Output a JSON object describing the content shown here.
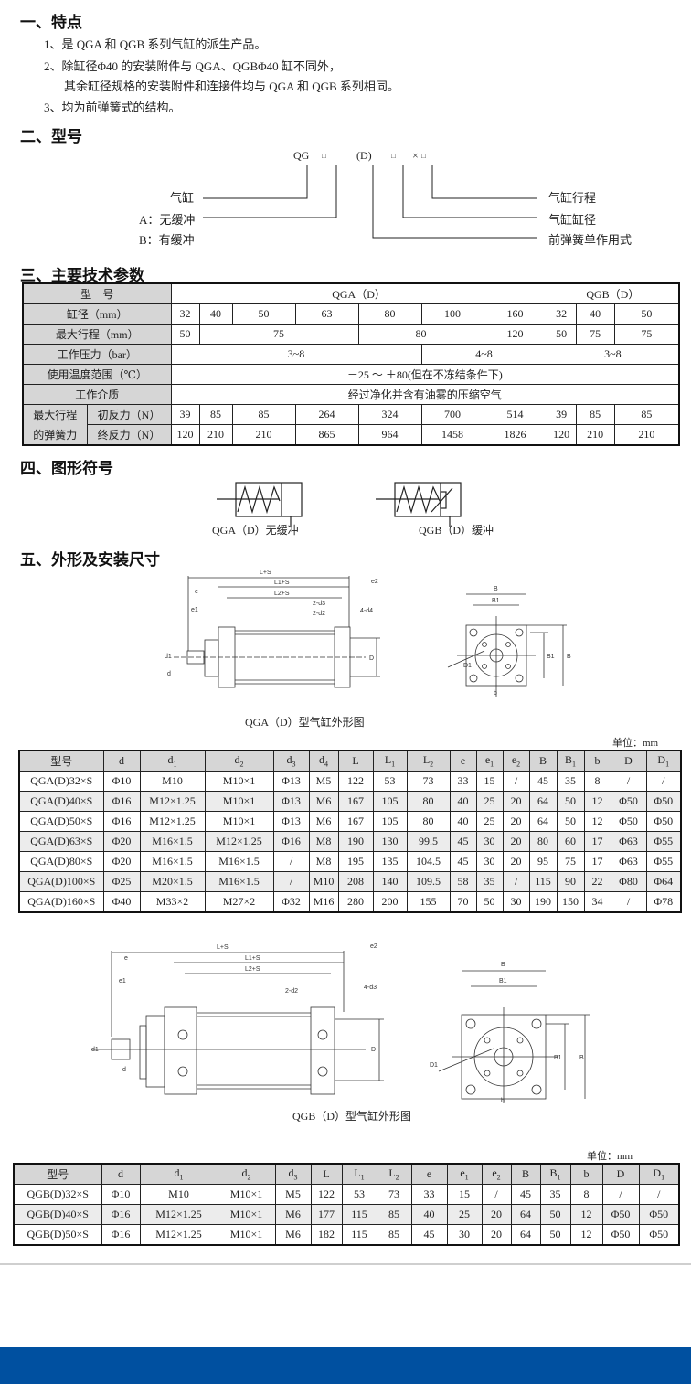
{
  "features": {
    "heading": "一、特点",
    "items": [
      "1、是 QGA 和 QGB 系列气缸的派生产品。",
      "2、除缸径Φ40 的安装附件与 QGA、QGBΦ40 缸不同外，",
      "其余缸径规格的安装附件和连接件均与 QGA 和 QGB 系列相同。",
      "3、均为前弹簧式的结构。"
    ]
  },
  "model": {
    "heading": "二、型号",
    "code": {
      "prefix": "QG",
      "box": "□",
      "d": "(D)",
      "x": "×"
    },
    "left_labels": [
      "气缸",
      "A：无缓冲",
      "B：有缓冲"
    ],
    "right_labels": [
      "气缸行程",
      "气缸缸径",
      "前弹簧单作用式"
    ]
  },
  "specs": {
    "heading": "三、主要技术参数",
    "row_model": {
      "label": "型　号",
      "qga": "QGA（D）",
      "qgb": "QGB（D）"
    },
    "row_bore": {
      "label": "缸径（mm）",
      "values": [
        "32",
        "40",
        "50",
        "63",
        "80",
        "100",
        "160",
        "32",
        "40",
        "50"
      ]
    },
    "row_stroke": {
      "label": "最大行程（mm）",
      "values": [
        "50",
        "75",
        "80",
        "120",
        "50",
        "75",
        "75"
      ]
    },
    "row_pressure": {
      "label": "工作压力（bar）",
      "values": [
        "3~8",
        "4~8",
        "3~8"
      ]
    },
    "row_temp": {
      "label": "使用温度范围（℃）",
      "value": "－25 ～ ＋80(但在不冻结条件下)"
    },
    "row_medium": {
      "label": "工作介质",
      "value": "经过净化并含有油雾的压缩空气"
    },
    "spring_label_1": "最大行程",
    "spring_label_2": "的弹簧力",
    "row_initial": {
      "label": "初反力（N）",
      "values": [
        "39",
        "85",
        "85",
        "264",
        "324",
        "700",
        "514",
        "39",
        "85",
        "85"
      ]
    },
    "row_final": {
      "label": "终反力（N）",
      "values": [
        "120",
        "210",
        "210",
        "865",
        "964",
        "1458",
        "1826",
        "120",
        "210",
        "210"
      ]
    }
  },
  "symbols": {
    "heading": "四、图形符号",
    "qga_caption": "QGA（D）无缓冲",
    "qgb_caption": "QGB（D）缓冲"
  },
  "dimensions": {
    "heading": "五、外形及安装尺寸",
    "qga_drawing": {
      "caption": "QGA（D）型气缸外形图",
      "labels": [
        "L+S",
        "L1+S",
        "L2+S",
        "e",
        "e1",
        "e2",
        "2-d3",
        "2-d2",
        "4-d4",
        "d1",
        "d",
        "D",
        "B",
        "B1",
        "B1",
        "B",
        "D1",
        "b"
      ]
    },
    "qga_unit": "单位：mm",
    "qga_table": {
      "headers": [
        "型号",
        "d",
        "d1",
        "d2",
        "d3",
        "d4",
        "L",
        "L1",
        "L2",
        "e",
        "e1",
        "e2",
        "B",
        "B1",
        "b",
        "D",
        "D1"
      ],
      "rows": [
        [
          "QGA(D)32×S",
          "Φ10",
          "M10",
          "M10×1",
          "Φ13",
          "M5",
          "122",
          "53",
          "73",
          "33",
          "15",
          "/",
          "45",
          "35",
          "8",
          "/",
          "/"
        ],
        [
          "QGA(D)40×S",
          "Φ16",
          "M12×1.25",
          "M10×1",
          "Φ13",
          "M6",
          "167",
          "105",
          "80",
          "40",
          "25",
          "20",
          "64",
          "50",
          "12",
          "Φ50",
          "Φ50"
        ],
        [
          "QGA(D)50×S",
          "Φ16",
          "M12×1.25",
          "M10×1",
          "Φ13",
          "M6",
          "167",
          "105",
          "80",
          "40",
          "25",
          "20",
          "64",
          "50",
          "12",
          "Φ50",
          "Φ50"
        ],
        [
          "QGA(D)63×S",
          "Φ20",
          "M16×1.5",
          "M12×1.25",
          "Φ16",
          "M8",
          "190",
          "130",
          "99.5",
          "45",
          "30",
          "20",
          "80",
          "60",
          "17",
          "Φ63",
          "Φ55"
        ],
        [
          "QGA(D)80×S",
          "Φ20",
          "M16×1.5",
          "M16×1.5",
          "/",
          "M8",
          "195",
          "135",
          "104.5",
          "45",
          "30",
          "20",
          "95",
          "75",
          "17",
          "Φ63",
          "Φ55"
        ],
        [
          "QGA(D)100×S",
          "Φ25",
          "M20×1.5",
          "M16×1.5",
          "/",
          "M10",
          "208",
          "140",
          "109.5",
          "58",
          "35",
          "/",
          "115",
          "90",
          "22",
          "Φ80",
          "Φ64"
        ],
        [
          "QGA(D)160×S",
          "Φ40",
          "M33×2",
          "M27×2",
          "Φ32",
          "M16",
          "280",
          "200",
          "155",
          "70",
          "50",
          "30",
          "190",
          "150",
          "34",
          "/",
          "Φ78"
        ]
      ]
    },
    "qgb_drawing": {
      "caption": "QGB（D）型气缸外形图",
      "labels": [
        "L+S",
        "L1+S",
        "L2+S",
        "e",
        "e1",
        "e2",
        "2-d2",
        "4-d3",
        "d1",
        "d",
        "D",
        "B",
        "B1",
        "B1",
        "B",
        "D1",
        "b"
      ]
    },
    "qgb_unit": "单位：mm",
    "qgb_table": {
      "headers": [
        "型号",
        "d",
        "d1",
        "d2",
        "d3",
        "L",
        "L1",
        "L2",
        "e",
        "e1",
        "e2",
        "B",
        "B1",
        "b",
        "D",
        "D1"
      ],
      "rows": [
        [
          "QGB(D)32×S",
          "Φ10",
          "M10",
          "M10×1",
          "M5",
          "122",
          "53",
          "73",
          "33",
          "15",
          "/",
          "45",
          "35",
          "8",
          "/",
          "/"
        ],
        [
          "QGB(D)40×S",
          "Φ16",
          "M12×1.25",
          "M10×1",
          "M6",
          "177",
          "115",
          "85",
          "40",
          "25",
          "20",
          "64",
          "50",
          "12",
          "Φ50",
          "Φ50"
        ],
        [
          "QGB(D)50×S",
          "Φ16",
          "M12×1.25",
          "M10×1",
          "M6",
          "182",
          "115",
          "85",
          "45",
          "30",
          "20",
          "64",
          "50",
          "12",
          "Φ50",
          "Φ50"
        ]
      ]
    }
  },
  "colors": {
    "footer": "#0050a0",
    "header_cell": "#d6d6d6",
    "alt_row": "#ececec"
  }
}
